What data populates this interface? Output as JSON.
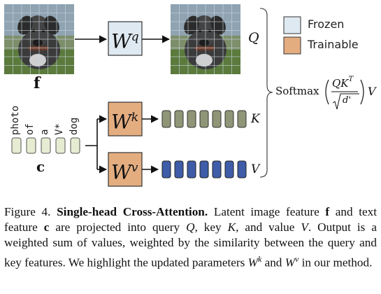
{
  "figure": {
    "feature_f": "f",
    "feature_c": "c",
    "weights": {
      "query": {
        "base": "W",
        "sup": "q"
      },
      "key": {
        "base": "W",
        "sup": "k"
      },
      "value": {
        "base": "W",
        "sup": "v"
      }
    },
    "outputs": {
      "Q": "Q",
      "K": "K",
      "V": "V"
    },
    "tokens": [
      "photo",
      "of",
      "a",
      "V*",
      "dog"
    ],
    "softmax": {
      "prefix": "Softmax",
      "numerator": "QK",
      "numerator_sup": "T",
      "denominator": "d'",
      "suffix": "V"
    },
    "legend": [
      {
        "label": "Frozen",
        "color": "#dfe9f1"
      },
      {
        "label": "Trainable",
        "color": "#e3ad80"
      }
    ],
    "colors": {
      "trainable": "#e3ad80",
      "frozen": "#dfe9f1",
      "key_token": "#8f9577",
      "value_token": "#3f5ca8",
      "text_token": "#e6ecd2"
    }
  },
  "caption": {
    "label": "Figure 4.",
    "title": "Single-head Cross-Attention.",
    "text_1": " Latent image feature ",
    "f": "f",
    "text_2": " and text feature ",
    "c": "c",
    "text_3": " are projected into query ",
    "Q": "Q",
    "text_4": ", key ",
    "K": "K",
    "text_5": ", and value ",
    "V": "V",
    "text_6": ". Output is a weighted sum of values, weighted by the similarity between the query and key features. We highlight the updated parameters ",
    "Wk": "W",
    "Wk_sup": "k",
    "text_7": " and ",
    "Wv": "W",
    "Wv_sup": "v",
    "text_8": " in our method."
  }
}
